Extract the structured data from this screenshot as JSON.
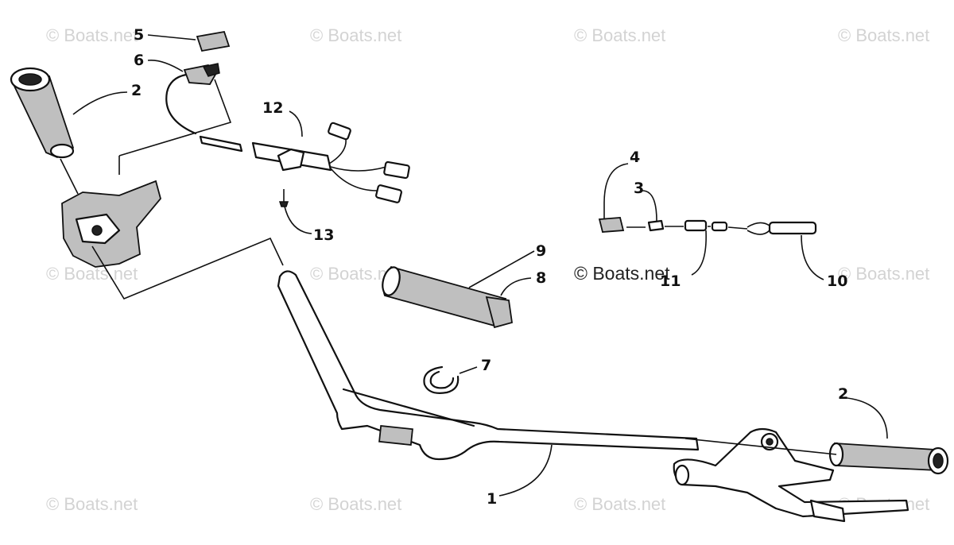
{
  "watermark": {
    "text": "© Boats.net",
    "center_text": "© Boats.net"
  },
  "callouts": {
    "c1": "1",
    "c2a": "2",
    "c2b": "2",
    "c3": "3",
    "c4": "4",
    "c5": "5",
    "c6": "6",
    "c7": "7",
    "c8": "8",
    "c9": "9",
    "c10": "10",
    "c11": "11",
    "c12": "12",
    "c13": "13"
  }
}
